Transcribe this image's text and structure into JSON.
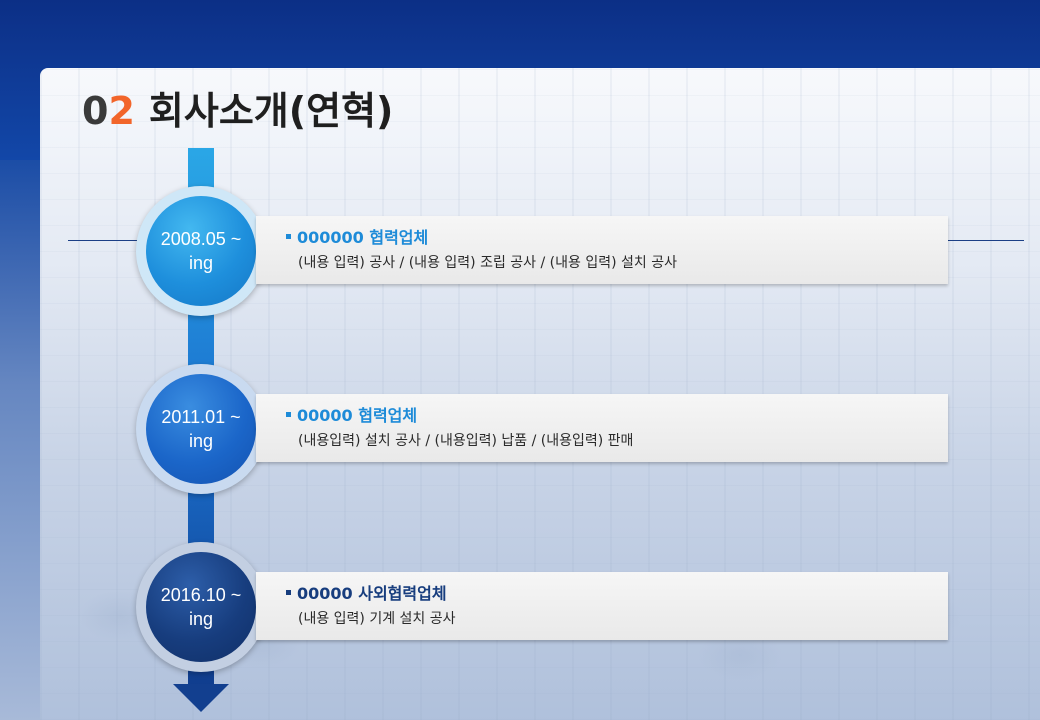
{
  "title": {
    "num_0": "0",
    "num_2": "2",
    "text": "회사소개(연혁)"
  },
  "colors": {
    "accent_orange": "#f2652a",
    "timeline_light": "#1d8bd8",
    "timeline_dark": "#173d7e",
    "background_blue": "#0e3a93"
  },
  "timeline": [
    {
      "date_line1": "2008.05 ~",
      "date_line2": "ing",
      "heading": "000000 협력업체",
      "description": "(내용 입력) 공사 / (내용 입력) 조립 공사 / (내용 입력) 설치 공사"
    },
    {
      "date_line1": "2011.01 ~",
      "date_line2": "ing",
      "heading": "00000 협력업체",
      "description": "(내용입력) 설치 공사 / (내용입력) 납품 / (내용입력) 판매"
    },
    {
      "date_line1": "2016.10 ~",
      "date_line2": "ing",
      "heading": "00000  사외협력업체",
      "description": "(내용 입력) 기계 설치 공사"
    }
  ]
}
